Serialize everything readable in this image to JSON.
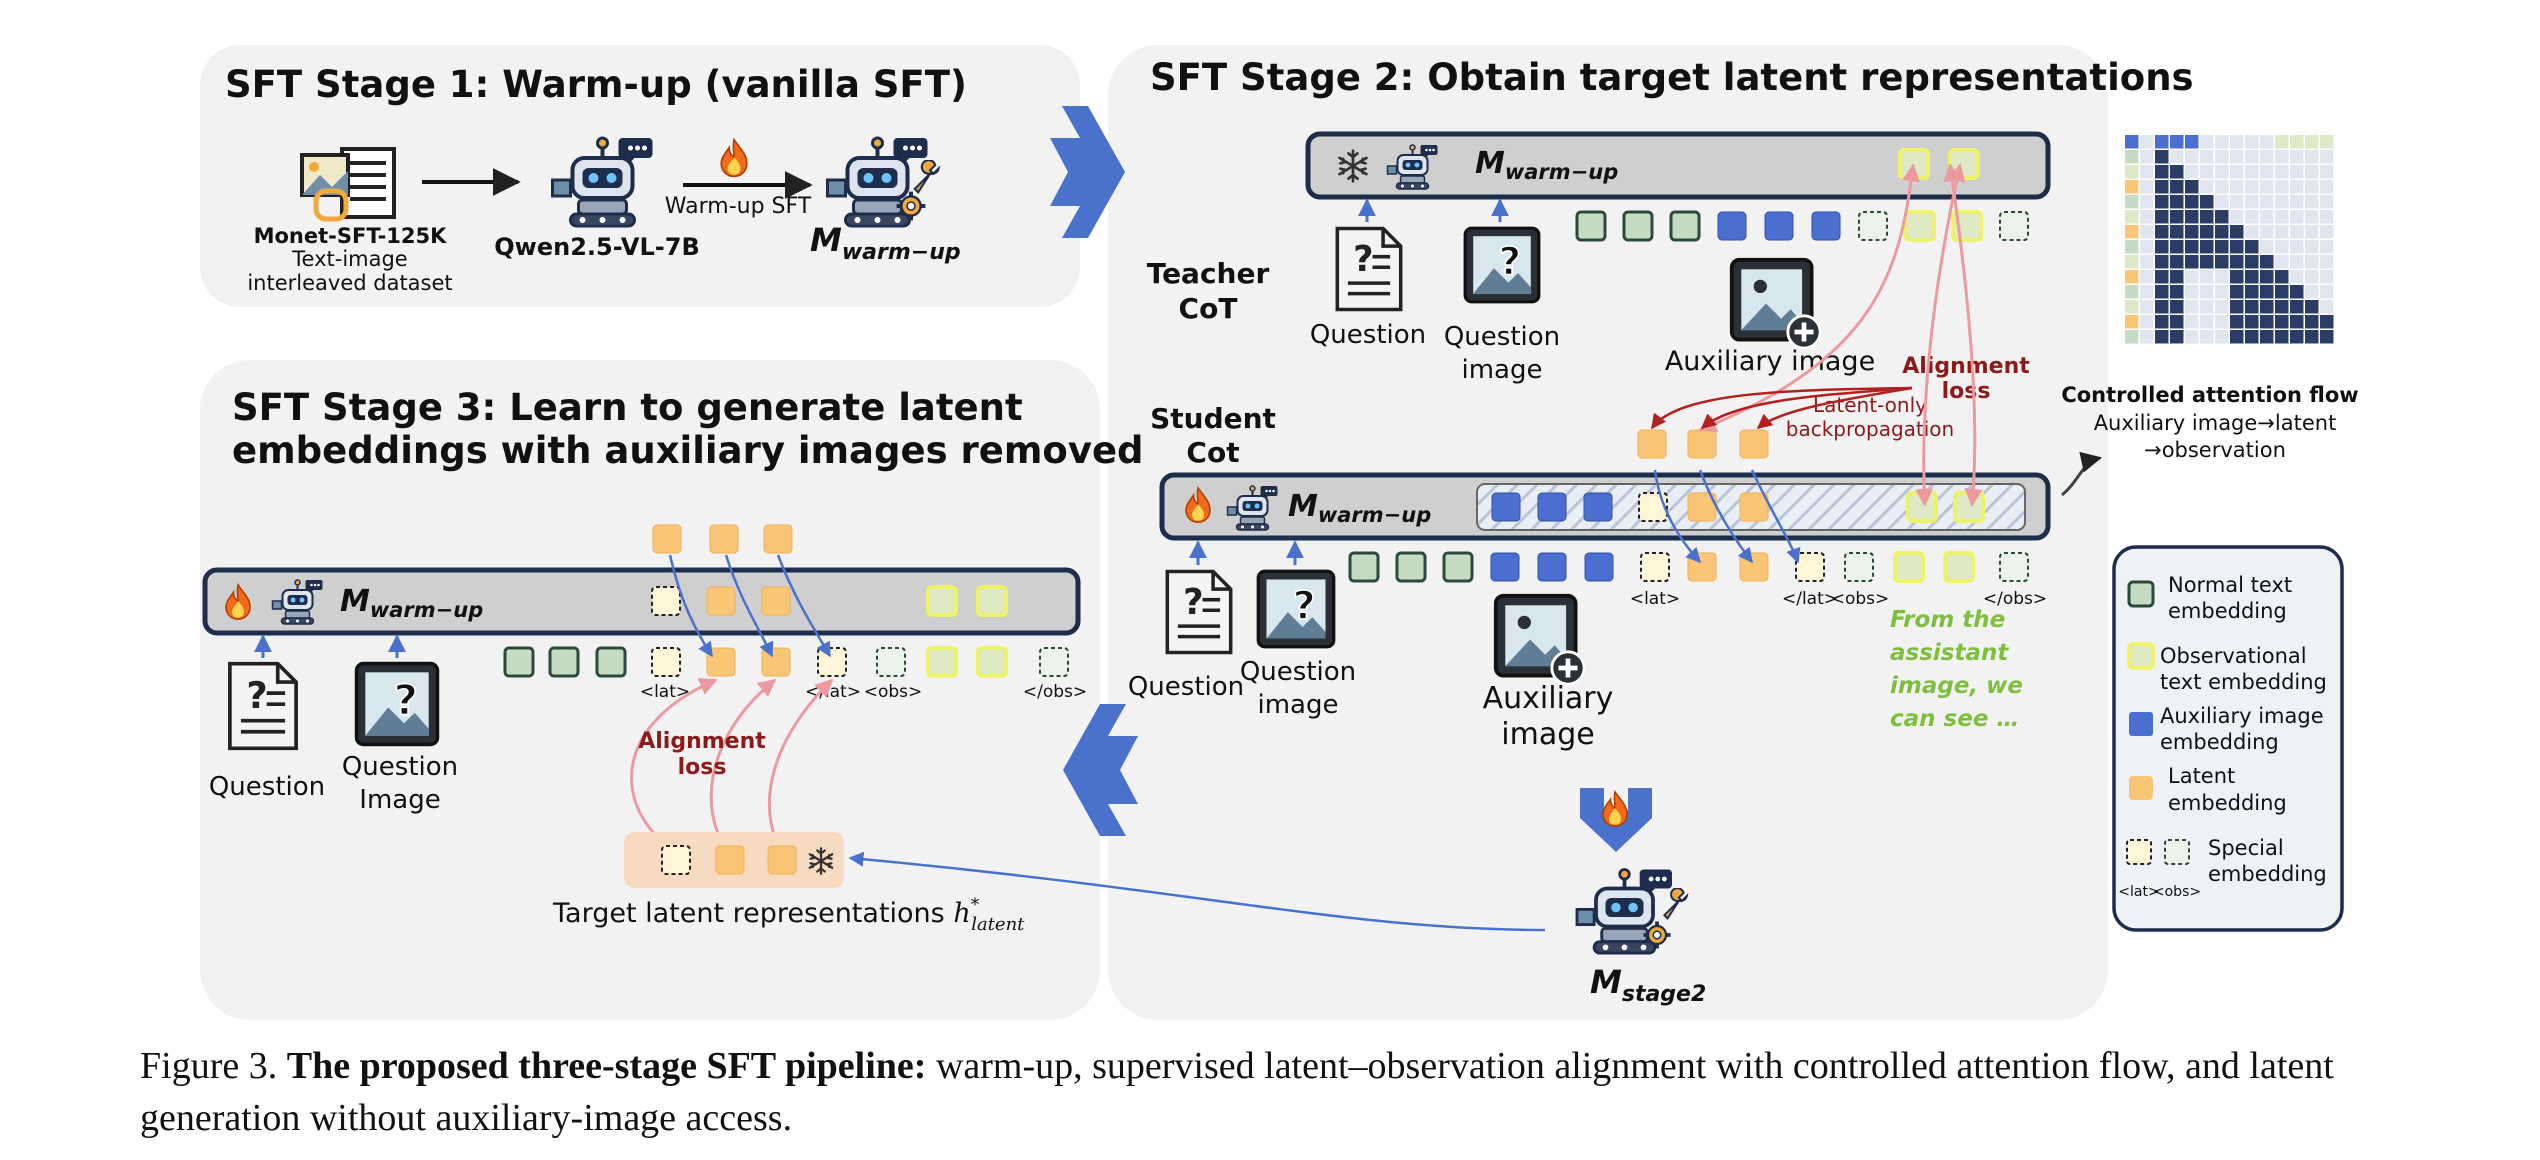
{
  "stage1": {
    "title": "SFT Stage 1: Warm-up (vanilla SFT)",
    "dataset_name": "Monet-SFT-125K",
    "dataset_desc_line1": "Text-image",
    "dataset_desc_line2": "interleaved dataset",
    "base_model": "Qwen2.5-VL-7B",
    "arrow_label": "Warm-up SFT",
    "model_main": "M",
    "model_sub": "warm−up"
  },
  "stage2": {
    "title": "SFT Stage 2: Obtain target latent representations",
    "teacher_label_line1": "Teacher",
    "teacher_label_line2": "CoT",
    "student_label_line1": "Student",
    "student_label_line2": "Cot",
    "model_main": "M",
    "model_sub": "warm−up",
    "question": "Question",
    "question_image_line1": "Question",
    "question_image_line2": "image",
    "auxiliary_image": "Auxiliary image",
    "auxiliary_line1": "Auxiliary",
    "auxiliary_line2": "image",
    "alignment_line1": "Alignment",
    "alignment_line2": "loss",
    "latent_only_line1": "Latent-only",
    "latent_only_line2": "backpropagation",
    "tok_lat": "<lat>",
    "tok_lat_end": "</lat>",
    "tok_obs": "<obs>",
    "tok_obs_end": "</obs>",
    "green_text": [
      "From the",
      "assistant",
      "image, we",
      "can see …"
    ],
    "stage2_model_main": "M",
    "stage2_model_sub": "stage2"
  },
  "stage3": {
    "title_line1": "SFT Stage 3: Learn to generate latent",
    "title_line2": "embeddings with auxiliary images removed",
    "model_main": "M",
    "model_sub": "warm−up",
    "question": "Question",
    "question_image_line1": "Question",
    "question_image_line2": "Image",
    "tok_lat": "<lat>",
    "tok_lat_end": "</lat>",
    "tok_obs": "<obs>",
    "tok_obs_end": "</obs>",
    "alignment_line1": "Alignment",
    "alignment_line2": "loss",
    "target_text": "Target latent representations ",
    "target_math_main": "h",
    "target_math_sup": "*",
    "target_math_sub": "latent"
  },
  "attention": {
    "title": "Controlled attention flow",
    "line1": "Auxiliary image→latent",
    "line2": "→observation"
  },
  "legend": {
    "items": [
      {
        "line1": "Normal text",
        "line2": "embedding"
      },
      {
        "line1": "Observational",
        "line2": "text embedding"
      },
      {
        "line1": "Auxiliary image",
        "line2": "embedding"
      },
      {
        "line1": "Latent",
        "line2": "embedding"
      },
      {
        "line1": "Special",
        "line2": "embedding"
      }
    ],
    "tok_lat": "<lat>",
    "tok_obs": "<obs>"
  },
  "caption": {
    "prefix": "Figure 3. ",
    "bold": "The proposed three-stage SFT pipeline:",
    "rest": " warm-up, supervised latent–observation alignment with controlled attention flow, and latent generation without auxiliary-image access."
  },
  "colors": {
    "panel": "#f2f2f2",
    "bar": "#cfcfcf",
    "navy": "#1f2d4d",
    "normal_fill": "#c5dcc2",
    "normal_stroke": "#2c4a3a",
    "obs_fill": "#dfe9c6",
    "obs_stroke": "#eef26a",
    "aux_fill": "#4a6fd0",
    "latent_fill": "#f9c677",
    "arrow_blue": "#4a72cc",
    "arrow_pink": "#ec9aa0",
    "dark_red": "#8b1a1a",
    "green_text": "#7fbf3f"
  }
}
